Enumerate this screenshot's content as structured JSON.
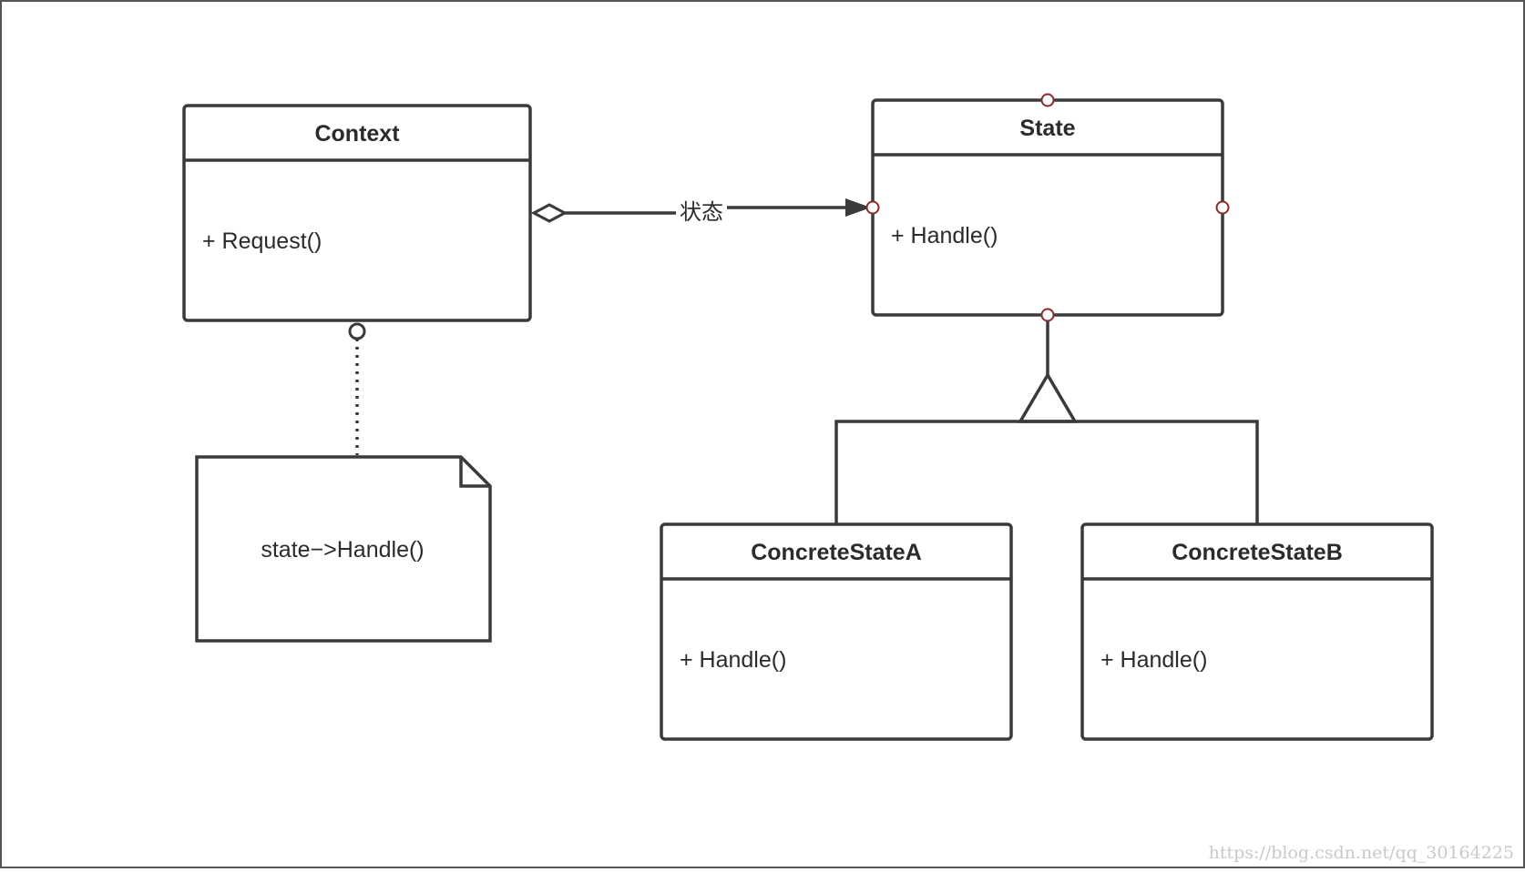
{
  "diagram": {
    "classes": {
      "context": {
        "name": "Context",
        "members": [
          "+ Request()"
        ]
      },
      "state": {
        "name": "State",
        "members": [
          "+ Handle()"
        ]
      },
      "concrete_a": {
        "name": "ConcreteStateA",
        "members": [
          "+ Handle()"
        ]
      },
      "concrete_b": {
        "name": "ConcreteStateB",
        "members": [
          "+ Handle()"
        ]
      }
    },
    "note": {
      "text": "state−>Handle()"
    },
    "edges": {
      "aggregation": {
        "label": "状态"
      }
    },
    "watermark": "https://blog.csdn.net/qq_30164225"
  },
  "colors": {
    "stroke": "#3a3a3a",
    "text": "#2b2b2b",
    "port": "#8b2a2a",
    "watermark": "#c9c9c9"
  }
}
